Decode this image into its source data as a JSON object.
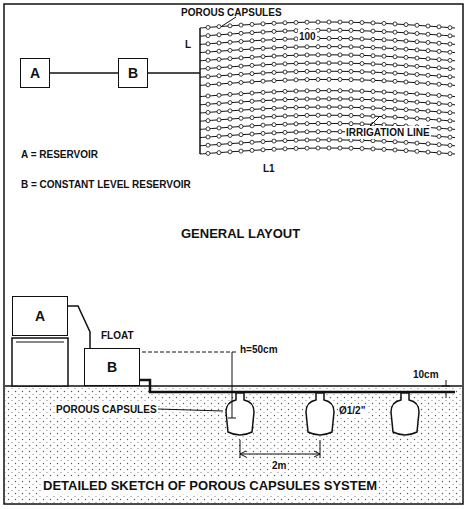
{
  "diagram": {
    "caption": "DETAILED SKETCH OF POROUS CAPSULES SYSTEM",
    "nodes": [
      {
        "text": [
          "A"
        ]
      },
      {
        "text": [
          "B"
        ]
      },
      {
        "text": [
          "A"
        ]
      },
      {
        "text": [
          "B"
        ]
      }
    ],
    "edges": [
      {
        "from": 0,
        "to": 1,
        "arrow": "none"
      },
      {
        "from": 2,
        "to": 3,
        "arrow": "none"
      }
    ],
    "labels": [
      "POROUS CAPSULES",
      "100",
      "L",
      "IRRIGATION LINE",
      "L1",
      "A = RESERVOIR",
      "B = CONSTANT LEVEL RESERVOIR",
      "GENERAL LAYOUT",
      "FLOAT",
      "h=50cm",
      "POROUS CAPSULES",
      "2m",
      "Ø1/2\"",
      "10cm"
    ]
  }
}
